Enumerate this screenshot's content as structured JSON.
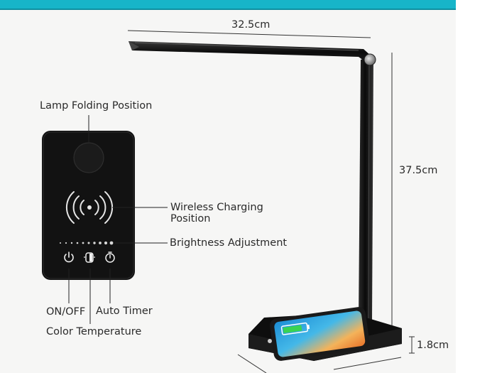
{
  "dimensions": {
    "arm_length": "32.5cm",
    "height": "37.5cm",
    "base_height": "1.8cm"
  },
  "callouts": {
    "lamp_folding_position": "Lamp Folding Position",
    "wireless_charging_line1": "Wireless Charging",
    "wireless_charging_line2": "Position",
    "brightness_adjustment": "Brightness Adjustment",
    "on_off": "ON/OFF",
    "auto_timer": "Auto Timer",
    "color_temperature": "Color Temperature"
  },
  "colors": {
    "accent_bar": "#17b5c9",
    "lamp_body": "#111111",
    "phone_battery": "#39d353"
  },
  "icons": [
    "power-icon",
    "color-temperature-icon",
    "timer-icon",
    "wireless-charging-icon"
  ]
}
